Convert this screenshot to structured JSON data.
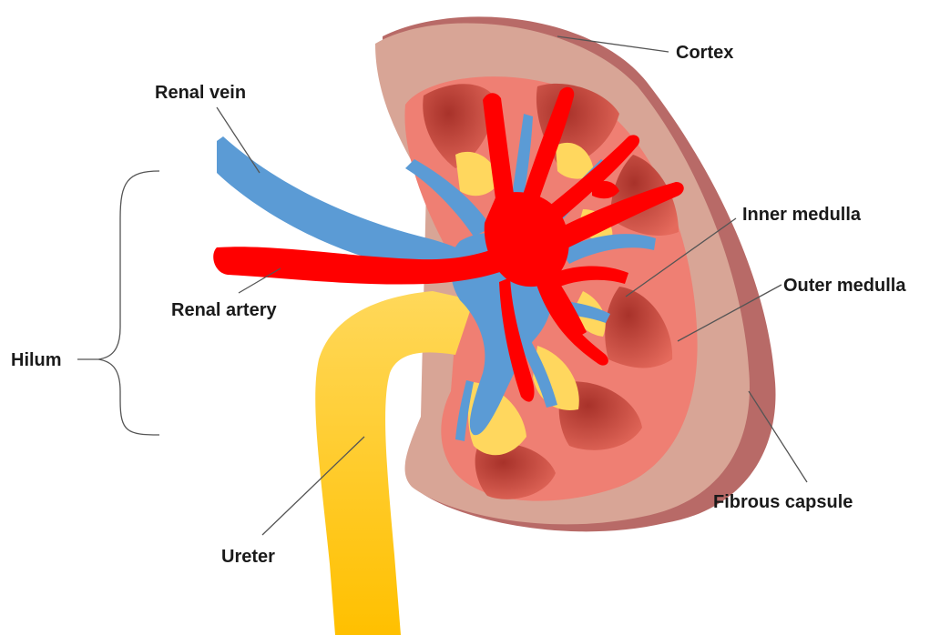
{
  "labels": {
    "cortex": "Cortex",
    "renal_vein": "Renal vein",
    "inner_medulla": "Inner medulla",
    "outer_medulla": "Outer medulla",
    "renal_artery": "Renal artery",
    "hilum": "Hilum",
    "fibrous_capsule": "Fibrous capsule",
    "ureter": "Ureter"
  },
  "colors": {
    "capsule": "#b86a67",
    "cortex": "#d8a596",
    "outer_medulla": "#ef7f73",
    "pyramid": "#c54a3f",
    "pyramid_light": "#e06658",
    "vein": "#5b9bd5",
    "artery": "#ff0000",
    "pelvis_yellow": "#ffd75e",
    "ureter_top": "#ffd85a",
    "ureter_bottom": "#ffc000"
  }
}
